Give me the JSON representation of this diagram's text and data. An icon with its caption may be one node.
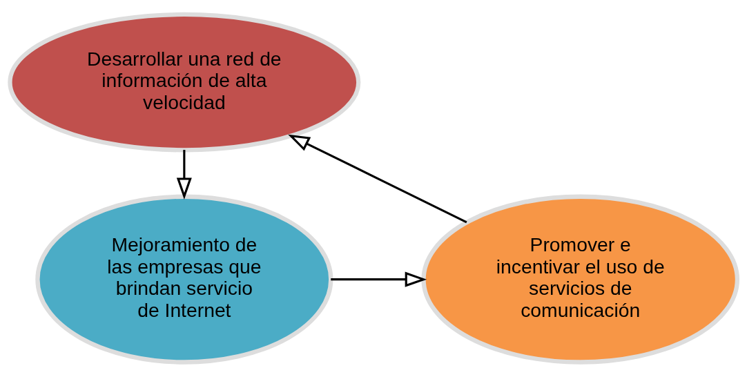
{
  "diagram": {
    "nodes": [
      {
        "text": [
          "Desarrollar una red de información de alta velocidad"
        ]
      },
      {
        "text": [
          "Mejoramiento de las empresas que brindan servicio de Internet"
        ]
      },
      {
        "text": [
          "Promover e incentivar el uso de servicios de comunicación"
        ]
      }
    ],
    "edges": [
      {
        "from": 0,
        "to": 1,
        "arrow": "to"
      },
      {
        "from": 1,
        "to": 2,
        "arrow": "to"
      },
      {
        "from": 2,
        "to": 0,
        "arrow": "to"
      }
    ]
  }
}
